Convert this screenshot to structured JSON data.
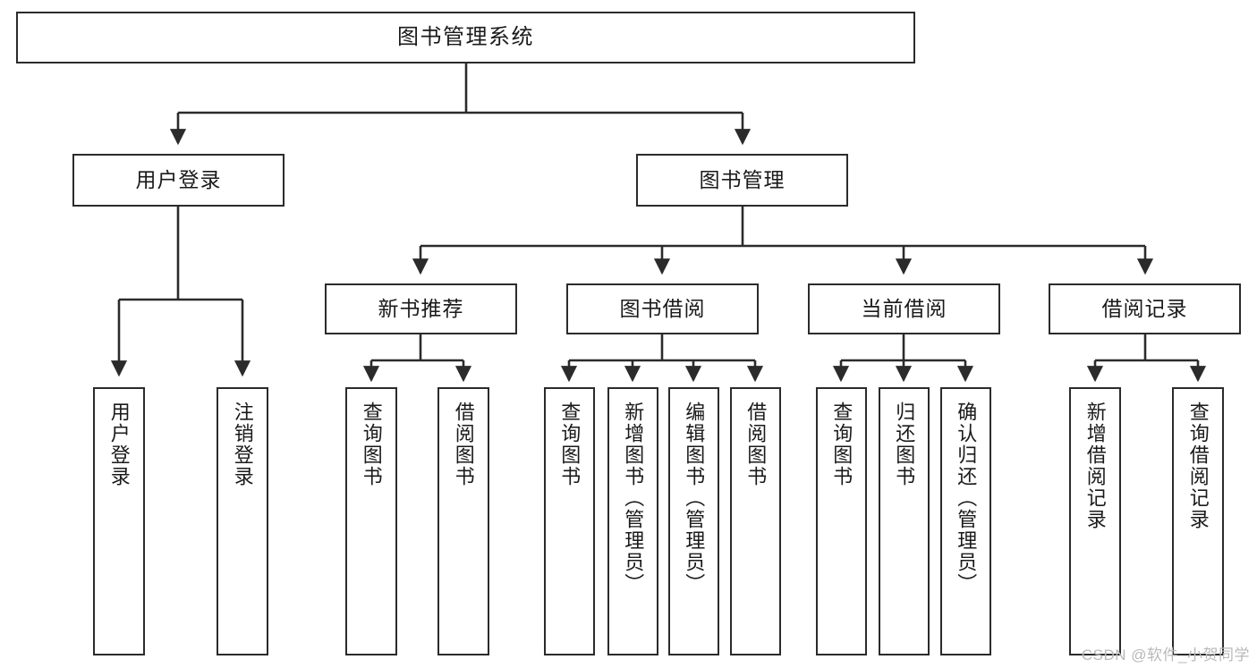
{
  "diagram": {
    "title": "图书管理系统",
    "type": "tree",
    "root": {
      "label": "图书管理系统"
    },
    "level2": [
      {
        "label": "用户登录"
      },
      {
        "label": "图书管理"
      }
    ],
    "level3": [
      {
        "label": "新书推荐",
        "parent": "图书管理"
      },
      {
        "label": "图书借阅",
        "parent": "图书管理"
      },
      {
        "label": "当前借阅",
        "parent": "图书管理"
      },
      {
        "label": "借阅记录",
        "parent": "图书管理"
      }
    ],
    "leaves": {
      "user_login": [
        {
          "label": "用户登录"
        },
        {
          "label": "注销登录"
        }
      ],
      "new_book": [
        {
          "label": "查询图书"
        },
        {
          "label": "借阅图书"
        }
      ],
      "borrow_book": [
        {
          "label": "查询图书"
        },
        {
          "label": "新增图书（管理员）"
        },
        {
          "label": "编辑图书（管理员）"
        },
        {
          "label": "借阅图书"
        }
      ],
      "current_borrow": [
        {
          "label": "查询图书"
        },
        {
          "label": "归还图书"
        },
        {
          "label": "确认归还（管理员）"
        }
      ],
      "borrow_record": [
        {
          "label": "新增借阅记录"
        },
        {
          "label": "查询借阅记录"
        }
      ]
    }
  },
  "watermark": {
    "text": "CSDN @软件_小贺同学"
  },
  "colors": {
    "box_border": "#2b2b2b",
    "line": "#2b2b2b",
    "background": "#ffffff",
    "watermark": "#b9b9b9"
  }
}
